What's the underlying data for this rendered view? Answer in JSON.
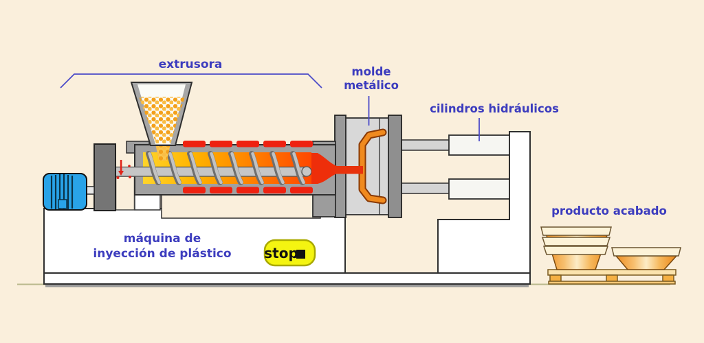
{
  "labels": {
    "extrusora": "extrusora",
    "molde_line1": "molde",
    "molde_line2": "metálico",
    "cilindros": "cilindros hidráulicos",
    "producto": "producto acabado",
    "maquina_line1": "máquina de",
    "maquina_line2": "inyección de plástico"
  },
  "controls": {
    "stop_button": {
      "label": "stop",
      "icon": "stop-square-icon"
    }
  },
  "colors": {
    "background": "#faefdc",
    "label-blue": "#3c3cbe",
    "leader-blue": "#4a4ac8",
    "heater-red": "#ee2110",
    "melt-red": "#ee2e0a",
    "motor-blue": "#29a3e8",
    "stop-yellow": "#f4f411",
    "stop-border": "#a9a900",
    "pellet-orange": "#f3a01a",
    "product-orange": "#ef8f28",
    "metal-gray": "#a0a0a0"
  }
}
